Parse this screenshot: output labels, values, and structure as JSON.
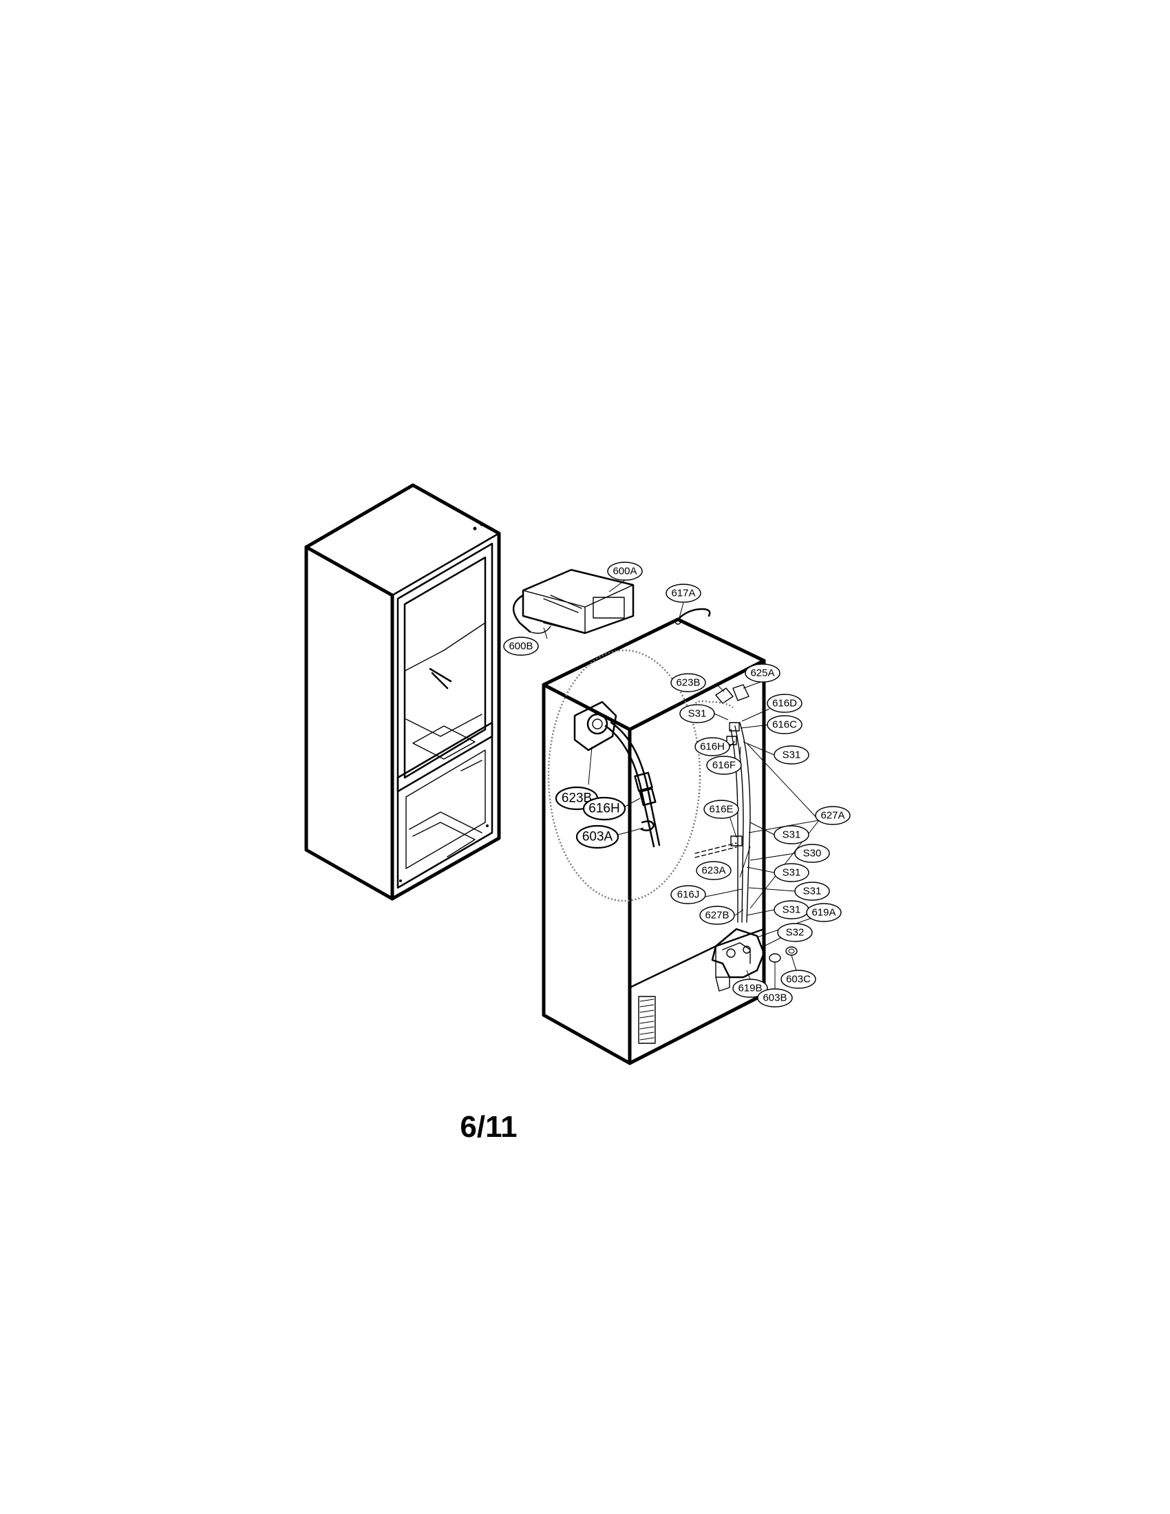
{
  "page": {
    "page_number": "6/11"
  },
  "callouts": {
    "c600A": "600A",
    "c600B": "600B",
    "c617A": "617A",
    "c623B": "623B",
    "c625A": "625A",
    "c616D": "616D",
    "c616C": "616C",
    "c616H": "616H",
    "c616F": "616F",
    "cS31a": "S31",
    "cS31b": "S31",
    "cS31c": "S31",
    "cS31d": "S31",
    "cS31e": "S31",
    "cS31f": "S31",
    "c627A": "627A",
    "c616E": "616E",
    "cS30": "S30",
    "c623A": "623A",
    "c616J": "616J",
    "c627B": "627B",
    "c619A": "619A",
    "cS32": "S32",
    "c619B": "619B",
    "c603B": "603B",
    "c603C": "603C",
    "detail_623B": "623B",
    "detail_616H": "616H",
    "detail_603A": "603A"
  }
}
